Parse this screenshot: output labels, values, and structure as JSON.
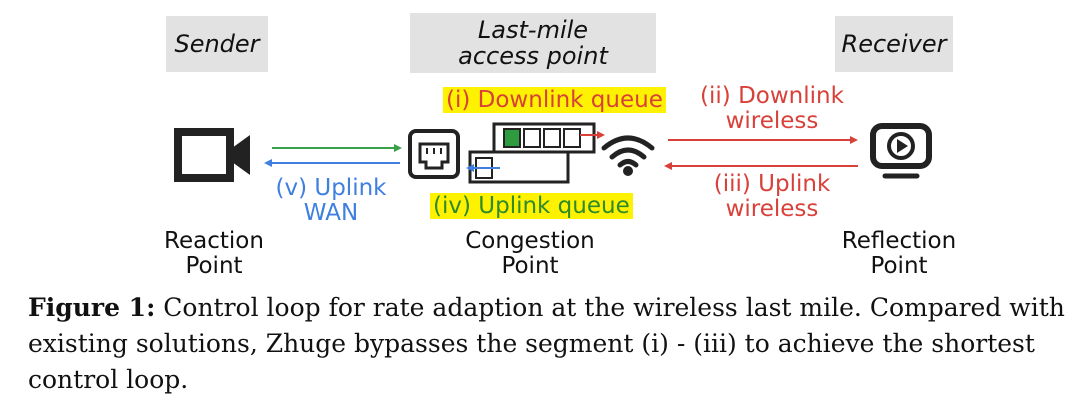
{
  "headers": {
    "sender": "Sender",
    "access_point_line1": "Last-mile",
    "access_point_line2": "access point",
    "receiver": "Receiver"
  },
  "labels": {
    "downlink_queue": "(i) Downlink queue",
    "downlink_wireless_line1": "(ii) Downlink",
    "downlink_wireless_line2": "wireless",
    "uplink_wireless_line1": "(iii) Uplink",
    "uplink_wireless_line2": "wireless",
    "uplink_queue": "(iv) Uplink queue",
    "uplink_wan_line1": "(v) Uplink",
    "uplink_wan_line2": "WAN"
  },
  "points": {
    "reaction_line1": "Reaction",
    "reaction_line2": "Point",
    "congestion_line1": "Congestion",
    "congestion_line2": "Point",
    "reflection_line1": "Reflection",
    "reflection_line2": "Point"
  },
  "caption": {
    "figure_label": "Figure 1:",
    "text": " Control loop for rate adaption at the wireless last mile. Compared with existing solutions, Zhuge bypasses the segment (i) - (iii) to achieve the shortest control loop."
  },
  "icons": [
    "video-camera-icon",
    "ethernet-port-icon",
    "wifi-icon",
    "play-screen-icon"
  ],
  "colors": {
    "red": "#d8413a",
    "blue": "#3f7fe0",
    "green": "#3aa14a",
    "highlight": "#fff200",
    "header_bg": "#e2e2e2"
  }
}
